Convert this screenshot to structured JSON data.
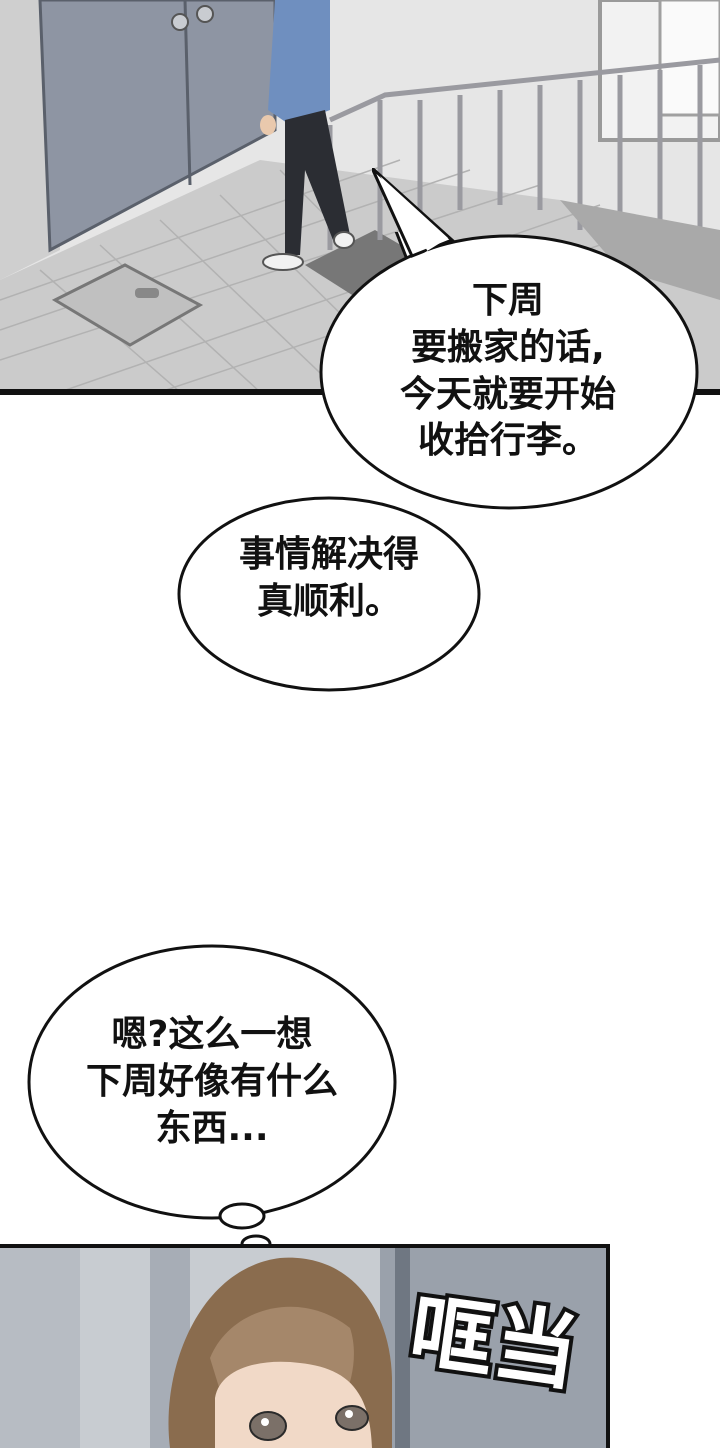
{
  "panel_top": {
    "bubble_1_lines": [
      "下周",
      "要搬家的话,",
      "今天就要开始",
      "收拾行李。"
    ],
    "bubble_2_lines": [
      "事情解决得",
      "真顺利。"
    ]
  },
  "panel_middle": {
    "thought_lines": [
      "嗯?这么一想",
      "下周好像有什么",
      "东西..."
    ]
  },
  "panel_bottom": {
    "sfx_text": "哐当"
  }
}
